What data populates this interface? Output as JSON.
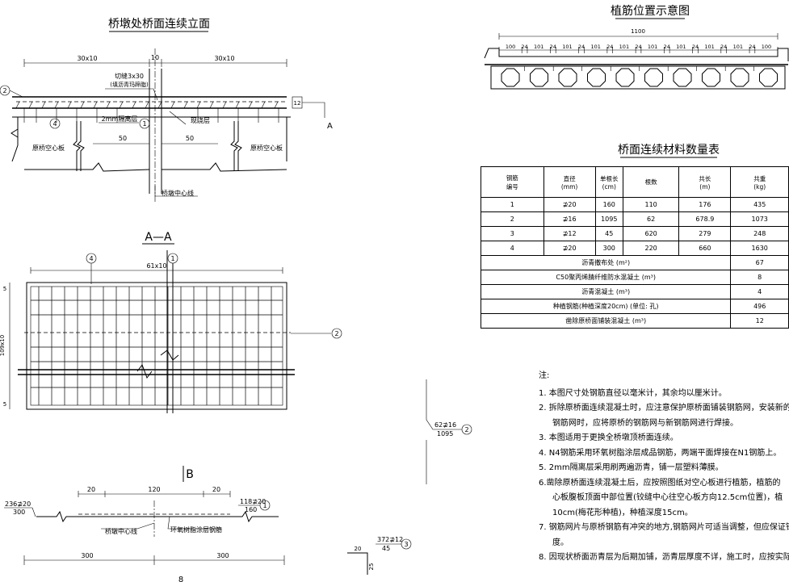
{
  "titles": {
    "elevation": "桥墩处桥面连续立面",
    "rebar_position": "植筋位置示意图",
    "section_aa": "A—A",
    "material_table": "桥面连续材料数量表",
    "section_b": "B"
  },
  "elevation": {
    "dim_left": "30x10",
    "dim_mid": "10",
    "dim_right": "30x10",
    "dim_height": "12",
    "joint_note_1": "切缝3x30",
    "joint_note_2": "(填沥青玛蹄脂)",
    "label_isolation": "2mm隔离层",
    "label_cast": "现浇层",
    "label_hollow_left": "原桥空心板",
    "label_hollow_right": "原桥空心板",
    "dim_50_left": "50",
    "dim_50_right": "50",
    "label_pier_cl": "桥墩中心线",
    "marker_2": "2",
    "marker_4": "4",
    "marker_1": "1",
    "section_mark": "A"
  },
  "rebar_position": {
    "total_width": "1100",
    "spacing_seq": [
      "100",
      "24",
      "101",
      "24",
      "101",
      "24",
      "101",
      "24",
      "101",
      "24",
      "101",
      "24",
      "101",
      "24",
      "101",
      "24",
      "101",
      "24",
      "100"
    ]
  },
  "section_aa": {
    "top_dim": "61x10",
    "side_dim": "109x10",
    "side_top": "5",
    "side_bottom": "5",
    "marker_4": "4",
    "marker_1": "1",
    "marker_2": "2"
  },
  "callouts": {
    "c2_top": "62⊉16",
    "c2_bot": "1095",
    "c2_num": "2",
    "c4_top": "236⊉20",
    "c4_bot": "300",
    "c4_num": "4",
    "c1_top": "118⊉20",
    "c1_bot": "160",
    "c1_num": "1",
    "c3_top": "372⊉12",
    "c3_bot": "45",
    "c3_num": "3",
    "c3_dim_20": "20",
    "c3_dim_25": "25"
  },
  "section_b": {
    "dim_20_left": "20",
    "dim_120": "120",
    "dim_20_right": "20",
    "label_pier_cl": "桥墩中心线",
    "label_epoxy": "环氧树脂涂层钢筋",
    "dim_300_left": "300",
    "dim_300_right": "300",
    "bottom_mark": "8"
  },
  "material_table": {
    "headers": [
      "钢筋\n编号",
      "直径\n(mm)",
      "单根长\n(cm)",
      "根数",
      "共长\n(m)",
      "共重\n(kg)"
    ],
    "rows": [
      [
        "1",
        "⊉20",
        "160",
        "110",
        "176",
        "435"
      ],
      [
        "2",
        "⊉16",
        "1095",
        "62",
        "678.9",
        "1073"
      ],
      [
        "3",
        "⊉12",
        "45",
        "620",
        "279",
        "248"
      ],
      [
        "4",
        "⊉20",
        "300",
        "220",
        "660",
        "1630"
      ]
    ],
    "summary": [
      {
        "label": "沥青撒布处 (m²)",
        "value": "67"
      },
      {
        "label": "C50聚丙烯腈纤维防水混凝土 (m³)",
        "value": "8"
      },
      {
        "label": "沥青混凝土 (m³)",
        "value": "4"
      },
      {
        "label": "种植钢筋(种植深度20cm) (单位: 孔)",
        "value": "496"
      },
      {
        "label": "凿除原桥面铺装混凝土 (m³)",
        "value": "12"
      }
    ]
  },
  "notes": {
    "heading": "注:",
    "items": [
      "1. 本图尺寸处钢筋直径以毫米计，其余均以厘米计。",
      "2. 拆除原桥面连续混凝土时，应注意保护原桥面铺装钢筋网，安装新的",
      "钢筋网时，应将原桥的钢筋网与新钢筋网进行焊接。",
      "3. 本图适用于更换全桥墩顶桥面连续。",
      "4. N4钢筋采用环氧树脂涂层成品钢筋，两端平面焊接在N1钢筋上。",
      "5. 2mm隔离层采用刷两遍沥青，铺一层塑料薄膜。",
      "6.凿除原桥面连续混凝土后，应按照图纸对空心板进行植筋，植筋的",
      "心板腹板顶面中部位置(铰缝中心往空心板方向12.5cm位置)，植",
      "10cm(梅花形种植)，种植深度15cm。",
      "7. 钢筋网片与原桥钢筋有冲突的地方,钢筋网片可适当调整，但应保证钢",
      "度。",
      "8. 因现状桥面沥青层为后期加铺，沥青层厚度不详，施工时，应按实际"
    ]
  }
}
